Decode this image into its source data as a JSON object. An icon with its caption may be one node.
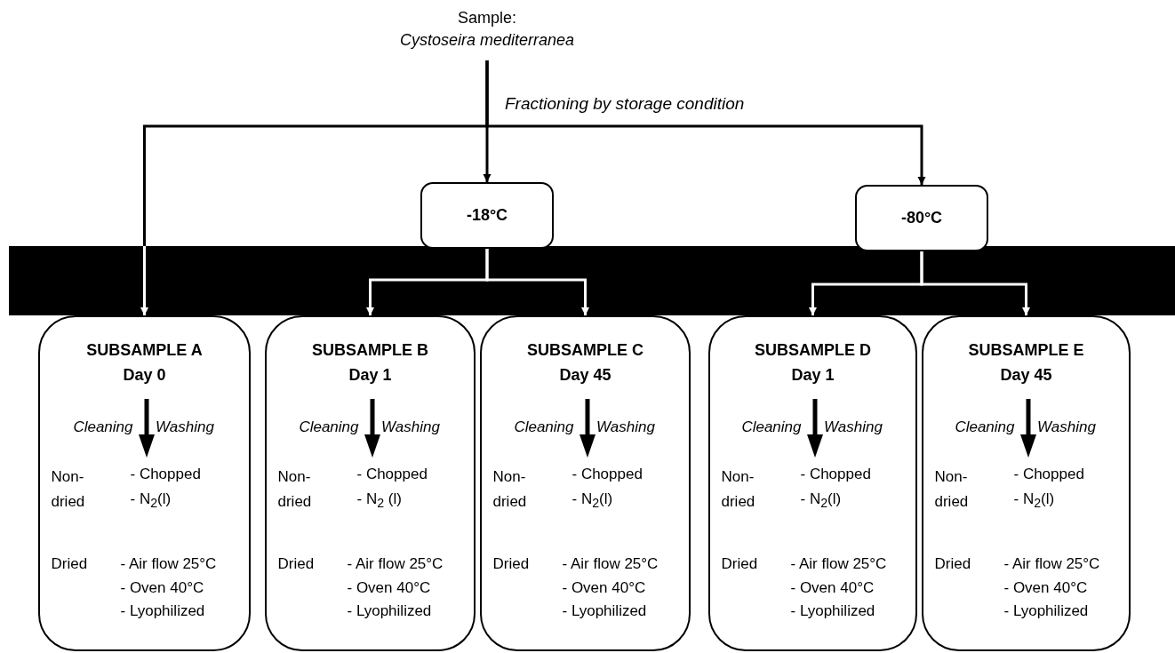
{
  "diagram": {
    "nodes": [
      {
        "text": [
          "Sample:",
          "Cystoseira mediterranea"
        ]
      },
      {
        "text": [
          "-18°C"
        ]
      },
      {
        "text": [
          "-80°C"
        ]
      },
      {
        "text": [
          "SUBSAMPLE A",
          "Day 0",
          "Cleaning",
          "Washing",
          "Non-dried",
          "- Chopped",
          "- N$_{2}$(l)",
          "Dried",
          "- Air flow 25°C",
          "- Oven 40°C",
          "- Lyophilized"
        ]
      },
      {
        "text": [
          "SUBSAMPLE B",
          "Day 1",
          "Cleaning",
          "Washing",
          "Non-dried",
          "- Chopped",
          "- N$_{2}$ (l)",
          "Dried",
          "- Air flow 25°C",
          "- Oven 40°C",
          "- Lyophilized"
        ]
      },
      {
        "text": [
          "SUBSAMPLE C",
          "Day 45",
          "Cleaning",
          "Washing",
          "Non-dried",
          "- Chopped",
          "- N$_{2}$(l)",
          "Dried",
          "- Air flow 25°C",
          "- Oven 40°C",
          "- Lyophilized"
        ]
      },
      {
        "text": [
          "SUBSAMPLE D",
          "Day 1",
          "Cleaning",
          "Washing",
          "Non-dried",
          "- Chopped",
          "- N$_{2}$(l)",
          "Dried",
          "- Air flow 25°C",
          "- Oven 40°C",
          "- Lyophilized"
        ]
      },
      {
        "text": [
          "SUBSAMPLE E",
          "Day 45",
          "Cleaning",
          "Washing",
          "Non-dried",
          "- Chopped",
          "- N$_{2}$(l)",
          "Dried",
          "- Air flow 25°C",
          "- Oven 40°C",
          "- Lyophilized"
        ]
      }
    ],
    "edges": [
      {
        "from": 0,
        "to": 3,
        "arrow": "to"
      },
      {
        "from": 0,
        "to": 1,
        "arrow": "to"
      },
      {
        "from": 0,
        "to": 2,
        "arrow": "to"
      },
      {
        "from": 1,
        "to": 4,
        "arrow": "to"
      },
      {
        "from": 1,
        "to": 5,
        "arrow": "to"
      },
      {
        "from": 2,
        "to": 6,
        "arrow": "to"
      },
      {
        "from": 2,
        "to": 7,
        "arrow": "to"
      }
    ],
    "labels": [
      "Fractioning by storage condition"
    ]
  }
}
